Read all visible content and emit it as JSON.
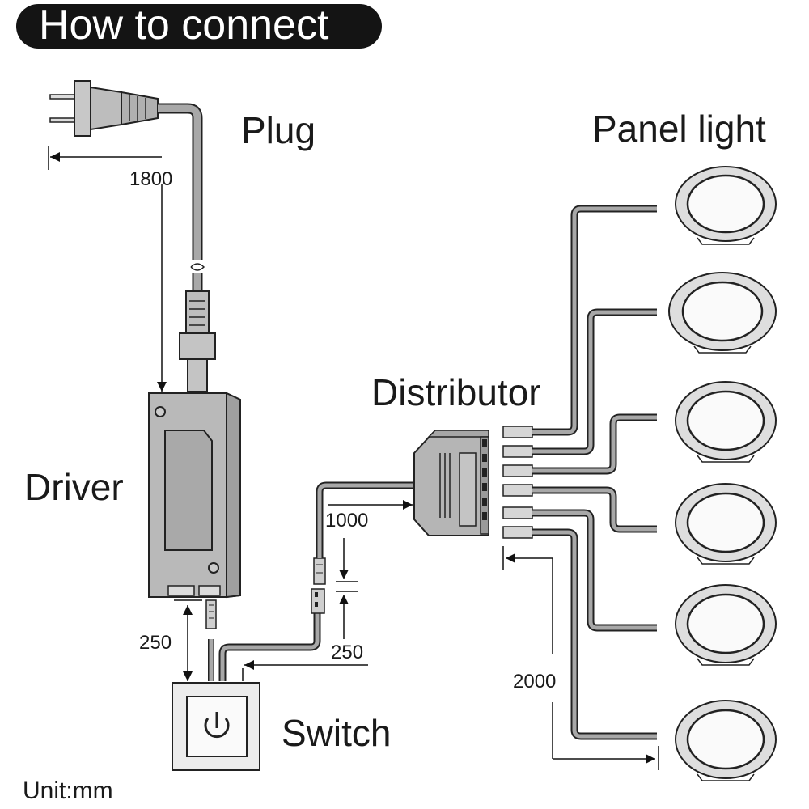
{
  "title": "How to connect",
  "components": {
    "plug": "Plug",
    "panel_light": "Panel light",
    "distributor": "Distributor",
    "driver": "Driver",
    "switch": "Switch"
  },
  "dimensions": {
    "plug_cable": "1800",
    "distributor_cable": "1000",
    "driver_to_switch": "250",
    "switch_cable": "250",
    "light_cable": "2000"
  },
  "unit": "Unit:mm"
}
